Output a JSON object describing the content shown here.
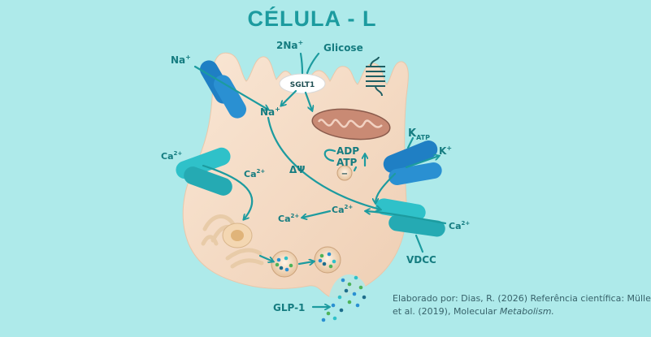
{
  "title": "CÉLULA - L",
  "labels": {
    "na_out": "Na",
    "na_in": "Na",
    "two_na": "2Na",
    "glucose": "Glicose",
    "sglt1": "SGLT1",
    "ca_out_left": "Ca",
    "ca_in_left": "Ca",
    "ca_center": "Ca",
    "ca_left_mid": "Ca",
    "ca_out_right": "Ca",
    "k_atp": "K",
    "k_atp_sub": "ATP",
    "k_out": "K",
    "adp": "ADP",
    "atp": "ATP",
    "delta_psi": "ΔΨ",
    "vdcc": "VDCC",
    "glp1": "GLP-1",
    "plus": "+",
    "two_plus": "2+",
    "minus": "−"
  },
  "credit": {
    "line1": "Elaborado por: Dias, R. (2026) Referência científica: Mülle",
    "line2": "et al. (2019), Molecular ",
    "journal": "Metabolism."
  },
  "colors": {
    "background": "#aeeaea",
    "cell": "#f6dcc6",
    "arrow": "#1c9b9f",
    "channel_dark": "#1f7fc4",
    "channel_light": "#2fc1c9"
  }
}
